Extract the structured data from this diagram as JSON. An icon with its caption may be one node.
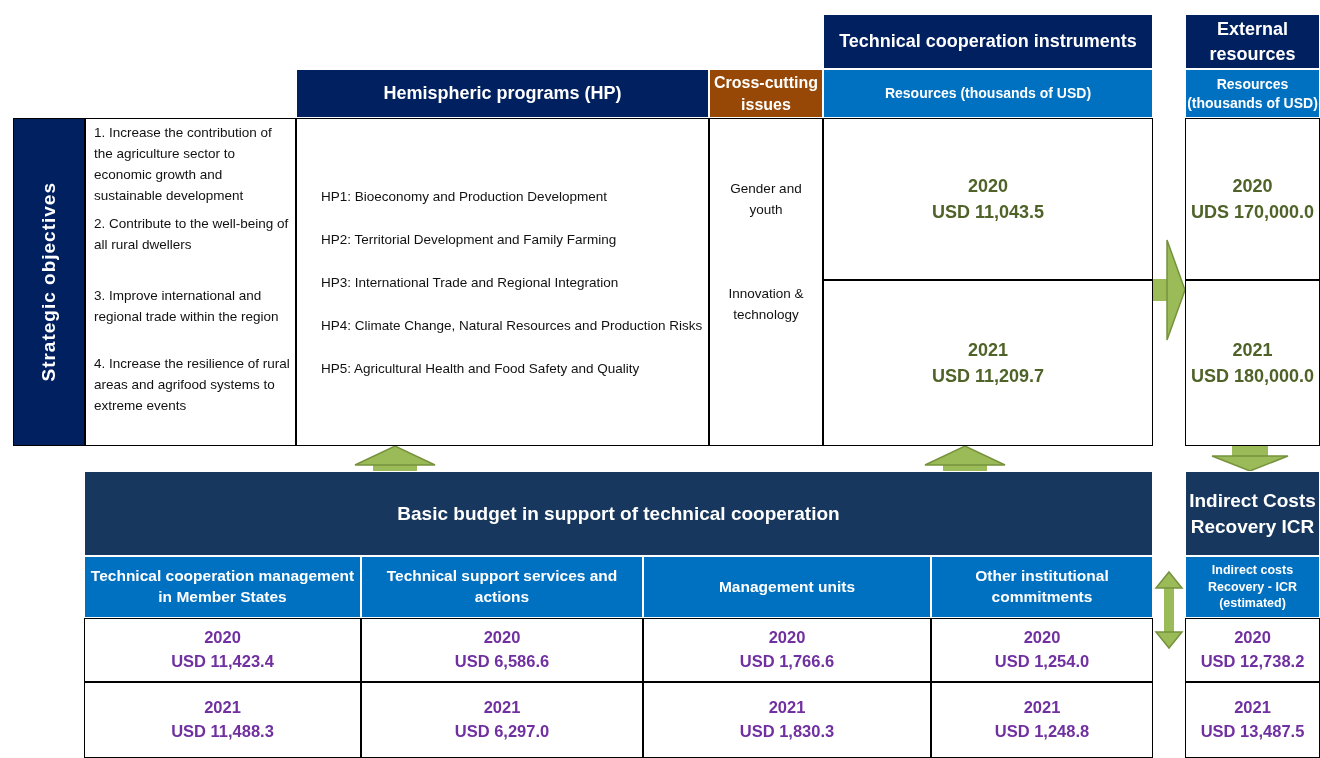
{
  "diagram": {
    "nodes": [
      {
        "text": [
          "Strategic objectives"
        ]
      },
      {
        "text": [
          "1. Increase the contribution of the agriculture sector to economic growth and sustainable development",
          "2. Contribute to the well-being of all rural dwellers",
          "3. Improve international and regional trade within the region",
          "4. Increase the resilience of rural areas and agrifood systems to extreme events"
        ]
      },
      {
        "text": [
          "Hemispheric programs (HP)"
        ]
      },
      {
        "text": [
          "HP1: Bioeconomy and Production Development",
          "HP2: Territorial Development and Family Farming",
          "HP3: International Trade and Regional Integration",
          "HP4: Climate Change, Natural Resources and Production Risks",
          "HP5: Agricultural Health and Food Safety and Quality"
        ]
      },
      {
        "text": [
          "Cross-cutting issues"
        ]
      },
      {
        "text": [
          "Gender and youth",
          "Innovation & technology"
        ]
      },
      {
        "text": [
          "Technical cooperation instruments"
        ]
      },
      {
        "text": [
          "Resources (thousands of USD)"
        ]
      },
      {
        "text": [
          "2020",
          "USD 11,043.5"
        ]
      },
      {
        "text": [
          "2021",
          "USD 11,209.7"
        ]
      },
      {
        "text": [
          "External resources"
        ]
      },
      {
        "text": [
          "Resources (thousands of USD)"
        ]
      },
      {
        "text": [
          "2020",
          "UDS 170,000.0"
        ]
      },
      {
        "text": [
          "2021",
          "USD 180,000.0"
        ]
      },
      {
        "text": [
          "Basic budget in support of technical cooperation"
        ]
      },
      {
        "text": [
          "Technical cooperation management in Member States"
        ]
      },
      {
        "text": [
          "Technical support services and actions"
        ]
      },
      {
        "text": [
          "Management units"
        ]
      },
      {
        "text": [
          "Other institutional commitments"
        ]
      },
      {
        "text": [
          "2020",
          "USD 11,423.4"
        ]
      },
      {
        "text": [
          "2020",
          "USD 6,586.6"
        ]
      },
      {
        "text": [
          "2020",
          "USD 1,766.6"
        ]
      },
      {
        "text": [
          "2020",
          "USD 1,254.0"
        ]
      },
      {
        "text": [
          "2021",
          "USD 11,488.3"
        ]
      },
      {
        "text": [
          "2021",
          "USD 6,297.0"
        ]
      },
      {
        "text": [
          "2021",
          "USD 1,830.3"
        ]
      },
      {
        "text": [
          "2021",
          "USD 1,248.8"
        ]
      },
      {
        "text": [
          "Indirect Costs Recovery ICR"
        ]
      },
      {
        "text": [
          "Indirect costs Recovery - ICR (estimated)"
        ]
      },
      {
        "text": [
          "2020",
          "USD 12,738.2"
        ]
      },
      {
        "text": [
          "2021",
          "USD 13,487.5"
        ]
      }
    ],
    "edges": [
      {
        "from": 14,
        "to": 3,
        "arrow": "to"
      },
      {
        "from": 14,
        "to": 9,
        "arrow": "to"
      },
      {
        "from": 8,
        "to": 12,
        "arrow": "to"
      },
      {
        "from": 13,
        "to": 27,
        "arrow": "to"
      },
      {
        "from": 18,
        "to": 28,
        "arrow": "both"
      }
    ]
  }
}
